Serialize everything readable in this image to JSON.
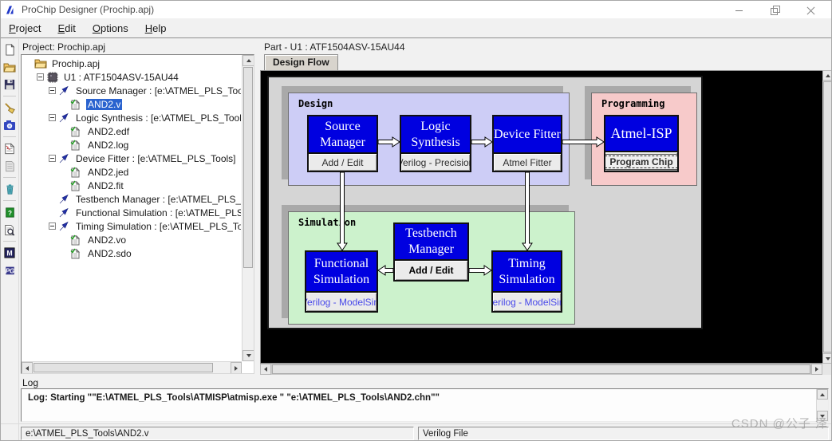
{
  "window": {
    "title": "ProChip Designer (Prochip.apj)"
  },
  "menu": {
    "items": [
      {
        "key": "P",
        "rest": "roject"
      },
      {
        "key": "E",
        "rest": "dit"
      },
      {
        "key": "O",
        "rest": "ptions"
      },
      {
        "key": "H",
        "rest": "elp"
      }
    ]
  },
  "toolbar": {
    "icons": [
      "new-document",
      "open-folder",
      "save",
      "broom",
      "snapshot",
      "report-document",
      "document-disabled",
      "trash",
      "help-book",
      "search-document",
      "modelsim",
      "programmer"
    ]
  },
  "project_tree": {
    "label": "Project: Prochip.apj",
    "items": [
      {
        "depth": 0,
        "icon": "folder",
        "label": "Prochip.apj"
      },
      {
        "depth": 1,
        "icon": "chip",
        "expander": "minus",
        "label": "U1 : ATF1504ASV-15AU44"
      },
      {
        "depth": 2,
        "icon": "tool",
        "expander": "minus",
        "label": "Source Manager :  [e:\\ATMEL_PLS_Tools]"
      },
      {
        "depth": 3,
        "icon": "doc",
        "label": "AND2.v",
        "selected": true
      },
      {
        "depth": 2,
        "icon": "tool",
        "expander": "minus",
        "label": "Logic Synthesis :  [e:\\ATMEL_PLS_Tools]"
      },
      {
        "depth": 3,
        "icon": "doc",
        "label": "AND2.edf"
      },
      {
        "depth": 3,
        "icon": "doc",
        "label": "AND2.log"
      },
      {
        "depth": 2,
        "icon": "tool",
        "expander": "minus",
        "label": "Device Fitter :  [e:\\ATMEL_PLS_Tools]"
      },
      {
        "depth": 3,
        "icon": "doc",
        "label": "AND2.jed"
      },
      {
        "depth": 3,
        "icon": "doc",
        "label": "AND2.fit"
      },
      {
        "depth": 2,
        "icon": "tool",
        "label": "Testbench Manager :  [e:\\ATMEL_PLS_Tools]"
      },
      {
        "depth": 2,
        "icon": "tool",
        "label": "Functional Simulation :  [e:\\ATMEL_PLS_Tools]"
      },
      {
        "depth": 2,
        "icon": "tool",
        "expander": "minus",
        "label": "Timing Simulation :  [e:\\ATMEL_PLS_Tools]"
      },
      {
        "depth": 3,
        "icon": "doc",
        "label": "AND2.vo"
      },
      {
        "depth": 3,
        "icon": "doc",
        "label": "AND2.sdo"
      }
    ]
  },
  "main": {
    "part_label": "Part - U1 : ATF1504ASV-15AU44",
    "tab": "Design Flow"
  },
  "flow": {
    "sections": {
      "design": {
        "title": "Design"
      },
      "programming": {
        "title": "Programming"
      },
      "simulation": {
        "title": "Simulation"
      }
    },
    "blocks": {
      "source_manager": {
        "title": "Source Manager",
        "button": "Add / Edit"
      },
      "logic_synthesis": {
        "title": "Logic Synthesis",
        "button": "Verilog - Precision"
      },
      "device_fitter": {
        "title": "Device Fitter",
        "button": "Atmel Fitter"
      },
      "atmel_isp": {
        "title": "Atmel-ISP",
        "button": "Program Chip"
      },
      "testbench_manager": {
        "title": "Testbench Manager",
        "button": "Add / Edit"
      },
      "functional_simulation": {
        "title": "Functional Simulation",
        "button": "Verilog - ModelSim"
      },
      "timing_simulation": {
        "title": "Timing Simulation",
        "button": "Verilog - ModelSim"
      }
    },
    "colors": {
      "block_blue": "#0000e0",
      "design_bg": "#cdcdf6",
      "simulation_bg": "#ccf2cc",
      "programming_bg": "#f7caca",
      "selection_blue": "#2a63cf"
    }
  },
  "log": {
    "label": "Log",
    "text": "Log: Starting \"\"E:\\ATMEL_PLS_Tools\\ATMISP\\atmisp.exe \" \"e:\\ATMEL_PLS_Tools\\AND2.chn\"\""
  },
  "status_bar": {
    "file": "e:\\ATMEL_PLS_Tools\\AND2.v",
    "type": "Verilog File"
  },
  "watermark": {
    "text": "CSDN @公子 泽"
  }
}
